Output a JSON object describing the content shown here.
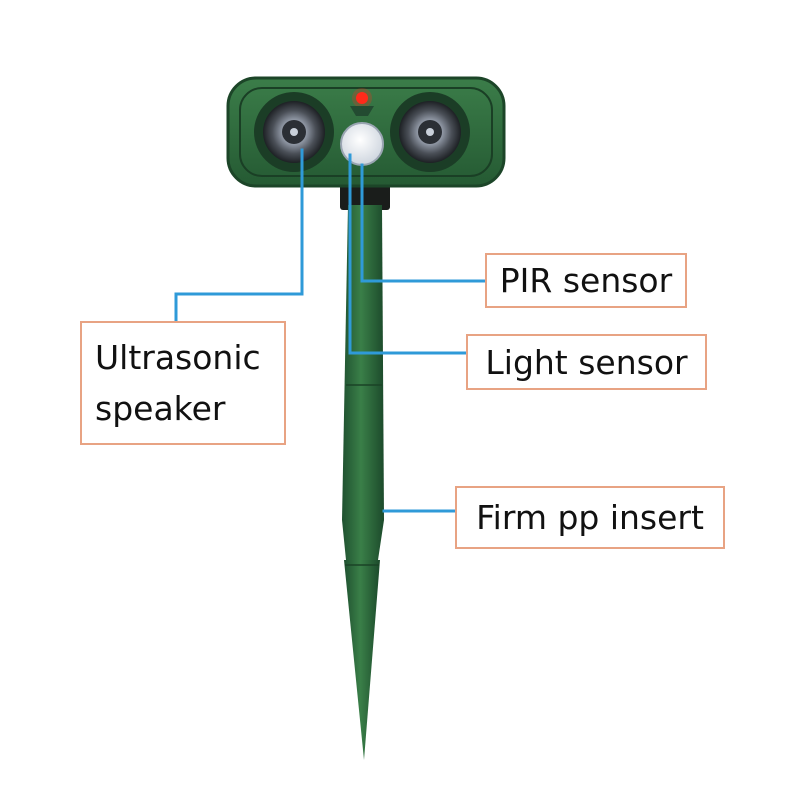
{
  "labels": {
    "pir_sensor": "PIR sensor",
    "light_sensor": "Light sensor",
    "firm_pp_insert": "Firm pp insert",
    "ultrasonic_line1": "Ultrasonic",
    "ultrasonic_line2": "speaker"
  },
  "colors": {
    "housing_green": "#2f6b3c",
    "leader_line": "#2f9ad8",
    "callout_border": "#e8a383",
    "indicator_led": "#ff2a1a"
  }
}
